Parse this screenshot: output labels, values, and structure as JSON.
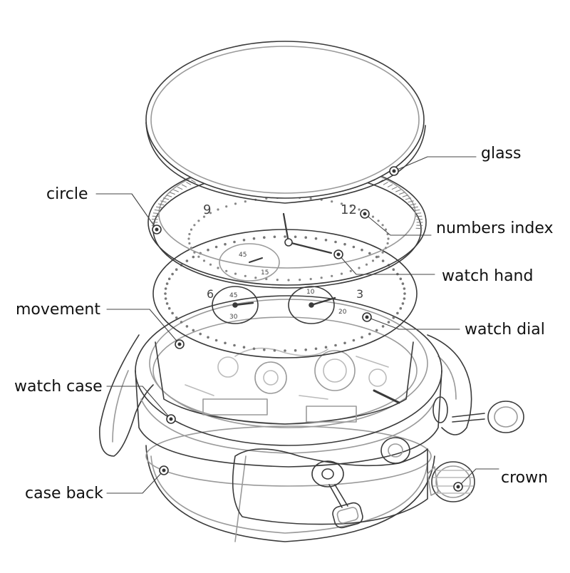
{
  "labels": {
    "glass": "glass",
    "circle": "circle",
    "numbers_index": "numbers index",
    "watch_hand": "watch hand",
    "movement": "movement",
    "watch_dial": "watch dial",
    "watch_case": "watch case",
    "case_back": "case back",
    "crown": "crown"
  },
  "dial_numerals": {
    "twelve": "12",
    "nine": "9",
    "six": "6",
    "three": "3",
    "sub_45": "45",
    "sub_15": "15",
    "sub_30": "30",
    "sub_10": "10",
    "sub_20": "20"
  },
  "colors": {
    "line": "#3a3a3a",
    "light": "#9a9a9a",
    "text": "#111111"
  }
}
